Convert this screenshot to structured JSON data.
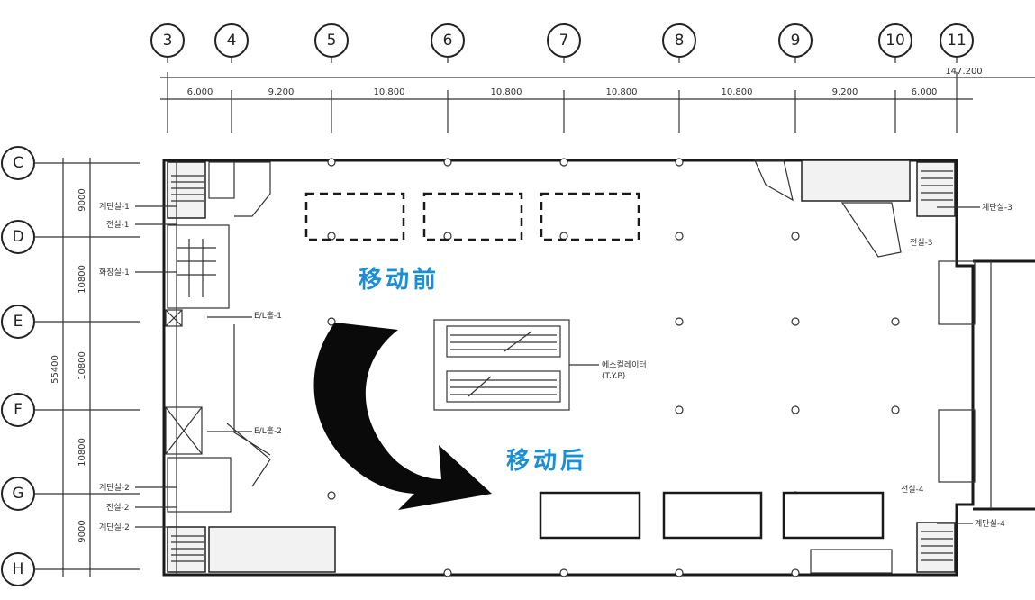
{
  "grid_columns": [
    "3",
    "4",
    "5",
    "6",
    "7",
    "8",
    "9",
    "10",
    "11"
  ],
  "grid_rows": [
    "C",
    "D",
    "E",
    "F",
    "G",
    "H"
  ],
  "top_total": "147.200",
  "column_spacings": [
    "6.000",
    "9.200",
    "10.800",
    "10.800",
    "10.800",
    "10.800",
    "9.200",
    "6.000"
  ],
  "left_total": "55400",
  "row_spacings": [
    "9000",
    "10800",
    "10800",
    "10800",
    "9000"
  ],
  "callouts": {
    "before": "移动前",
    "after": "移动后"
  },
  "left_labels": [
    "계단실-1",
    "전실-1",
    "화장실-1",
    "계단실-2",
    "전실-2",
    "계단실-2"
  ],
  "elevator_labels": [
    "E/L홀-1",
    "E/L홀-2"
  ],
  "right_labels": [
    "계단실-3",
    "전실-3",
    "전실-4",
    "계단실-4"
  ],
  "escalator_label_1": "에스컬레이터",
  "escalator_label_2": "(T.Y.P)"
}
